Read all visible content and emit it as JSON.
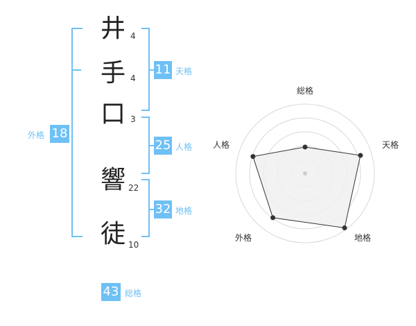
{
  "name": {
    "chars": [
      {
        "char": "井",
        "strokes": "4"
      },
      {
        "char": "手",
        "strokes": "4"
      },
      {
        "char": "口",
        "strokes": "3"
      },
      {
        "char": "響",
        "strokes": "22"
      },
      {
        "char": "徒",
        "strokes": "10"
      }
    ]
  },
  "fortune": {
    "tenkaku": {
      "value": "11",
      "label": "天格"
    },
    "jinkaku": {
      "value": "25",
      "label": "人格"
    },
    "chikaku": {
      "value": "32",
      "label": "地格"
    },
    "gaikaku": {
      "value": "18",
      "label": "外格"
    },
    "soukaku": {
      "value": "43",
      "label": "総格"
    }
  },
  "radar": {
    "axes": [
      "総格",
      "天格",
      "地格",
      "外格",
      "人格"
    ],
    "levels": 5,
    "values": [
      0.38,
      0.84,
      0.97,
      0.79,
      0.79
    ],
    "colors": {
      "grid": "#d8d8d8",
      "fill": "#f0f0f0",
      "line": "#333333",
      "center": "#cccccc"
    }
  },
  "colors": {
    "accent": "#6ec0f5"
  }
}
